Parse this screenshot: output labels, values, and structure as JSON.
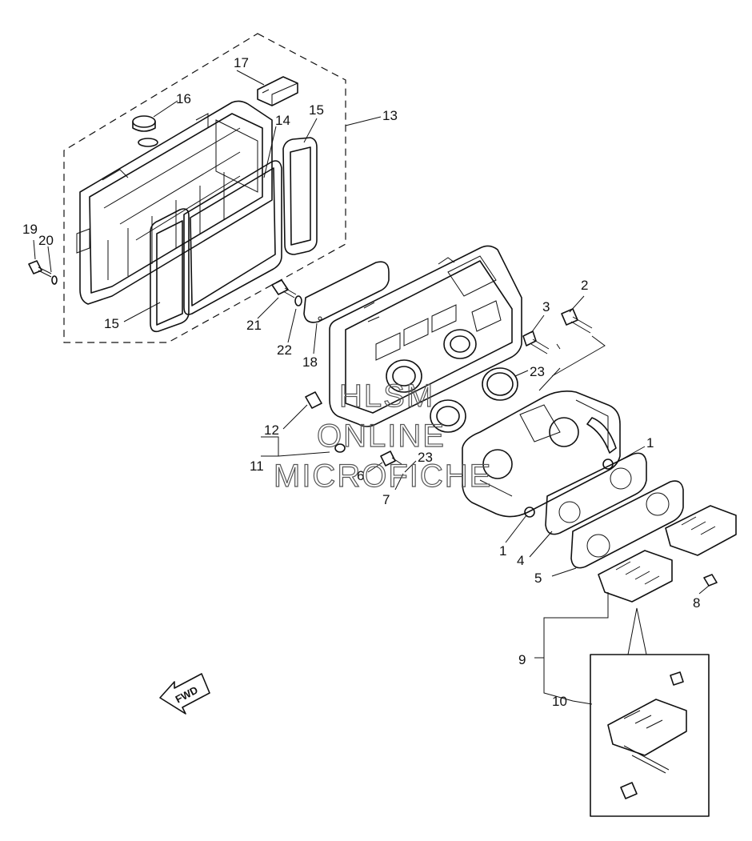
{
  "diagram": {
    "callouts": [
      "1",
      "1",
      "2",
      "3",
      "4",
      "5",
      "6",
      "7",
      "8",
      "9",
      "10",
      "11",
      "12",
      "13",
      "14",
      "15",
      "15",
      "16",
      "17",
      "18",
      "19",
      "20",
      "21",
      "22",
      "23",
      "23"
    ],
    "forward_label": "FWD",
    "watermark": [
      "HLSM",
      "ONLINE",
      "MICROFICHE"
    ]
  }
}
